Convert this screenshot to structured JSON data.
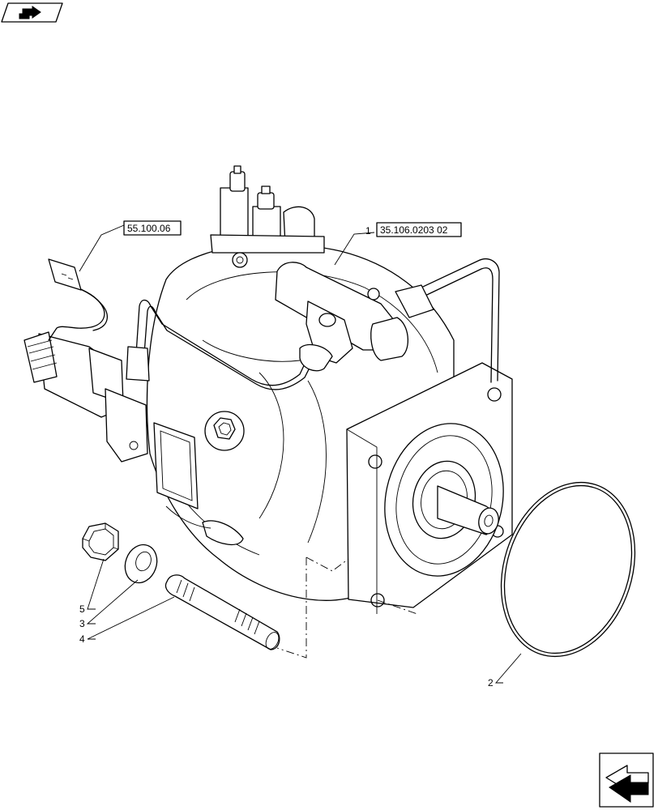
{
  "nav": {
    "top_icon": "page-arrow-icon",
    "bottom_icon": "next-page-arrow-icon"
  },
  "references": {
    "ref_a": "55.100.06",
    "ref_b": "35.106.0203 02"
  },
  "callouts": {
    "item1": "1",
    "item2": "2",
    "item3": "3",
    "item4": "4",
    "item5": "5"
  }
}
